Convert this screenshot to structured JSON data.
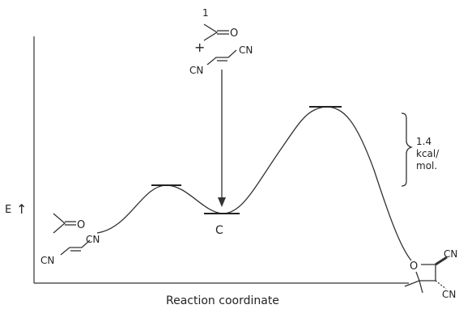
{
  "axes": {
    "x_label": "Reaction coordinate",
    "y_label": "E",
    "y_arrow": "↑"
  },
  "intermediate": {
    "label": "C"
  },
  "reagents_top": {
    "ketone_label": "O",
    "superscript": "1",
    "plus": "+",
    "alkene_left": "CN",
    "alkene_right": "CN"
  },
  "reactants_left": {
    "ketone_label": "O",
    "alkene_left": "CN",
    "alkene_right": "CN"
  },
  "product": {
    "ring_oxygen": "O",
    "sub_top": "CN",
    "sub_bottom": "CN"
  },
  "scale_bar": {
    "lines": [
      "1.4",
      "kcal/",
      "mol."
    ]
  },
  "colors": {
    "ink": "#222222",
    "background": "#ffffff"
  }
}
